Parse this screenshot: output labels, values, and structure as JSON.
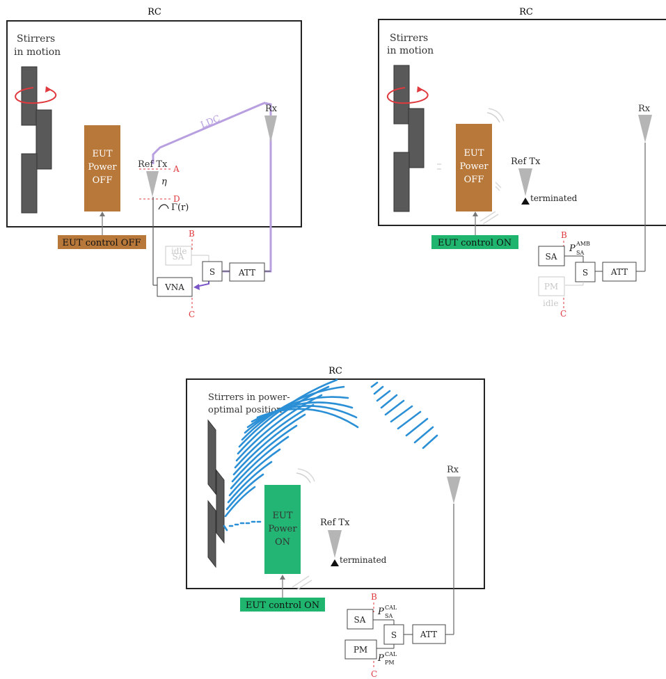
{
  "panels": {
    "calibration_off": {
      "chamber_label": "RC",
      "stirrers_label_line1": "Stirrers",
      "stirrers_label_line2": "in motion",
      "eut_line1": "EUT",
      "eut_line2": "Power",
      "eut_line3": "OFF",
      "eut_control": "EUT control OFF",
      "ref_tx": "Ref Tx",
      "rx": "Rx",
      "ldc": "LDC",
      "eta": "η",
      "gamma": "Γ(r)",
      "ref_plane_a": "A",
      "ref_plane_d": "D",
      "ref_plane_b": "B",
      "ref_plane_c": "C",
      "idle": "idle",
      "sa": "SA",
      "switch": "S",
      "att": "ATT",
      "vna": "VNA"
    },
    "ambient": {
      "chamber_label": "RC",
      "stirrers_label_line1": "Stirrers",
      "stirrers_label_line2": "in motion",
      "eut_line1": "EUT",
      "eut_line2": "Power",
      "eut_line3": "OFF",
      "eut_control": "EUT control ON",
      "ref_tx": "Ref Tx",
      "terminated": "terminated",
      "rx": "Rx",
      "ref_plane_b": "B",
      "ref_plane_c": "C",
      "sa": "SA",
      "pm": "PM",
      "idle": "idle",
      "switch": "S",
      "att": "ATT",
      "p_sa_amb_main": "P",
      "p_sa_amb_sub": "SA",
      "p_sa_amb_sup": "AMB"
    },
    "calibration_on": {
      "chamber_label": "RC",
      "stirrers_label_line1": "Stirrers in power-",
      "stirrers_label_line2": "optimal position",
      "eut_line1": "EUT",
      "eut_line2": "Power",
      "eut_line3": "ON",
      "eut_control": "EUT control ON",
      "ref_tx": "Ref Tx",
      "terminated": "terminated",
      "rx": "Rx",
      "ref_plane_b": "B",
      "ref_plane_c": "C",
      "sa": "SA",
      "pm": "PM",
      "switch": "S",
      "att": "ATT",
      "p_sa_cal_main": "P",
      "p_sa_cal_sub": "SA",
      "p_sa_cal_sup": "CAL",
      "p_pm_cal_main": "P",
      "p_pm_cal_sub": "PM",
      "p_pm_cal_sup": "CAL"
    }
  },
  "colors": {
    "eut_off": "#b8783a",
    "eut_on": "#22b573",
    "control_on": "#1fb56e",
    "control_off": "#b8783a",
    "ldc_path": "#b79fe0",
    "ldc_path_dark": "#7a56c9",
    "red_label": "#e0393e",
    "wave_blue": "#2b8fd6",
    "stirrer_gray": "#595959",
    "antenna_gray": "#b5b5b5",
    "idle_gray": "#c8c8c8"
  }
}
